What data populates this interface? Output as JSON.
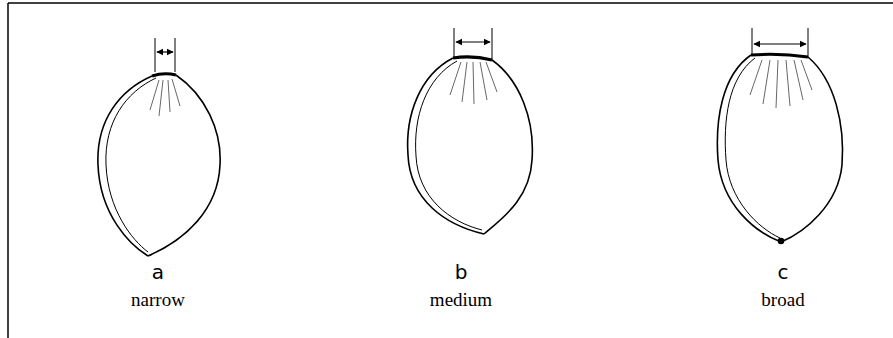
{
  "diagram": {
    "labels": [
      "a",
      "narrow",
      "b",
      "medium",
      "c",
      "broad"
    ]
  }
}
